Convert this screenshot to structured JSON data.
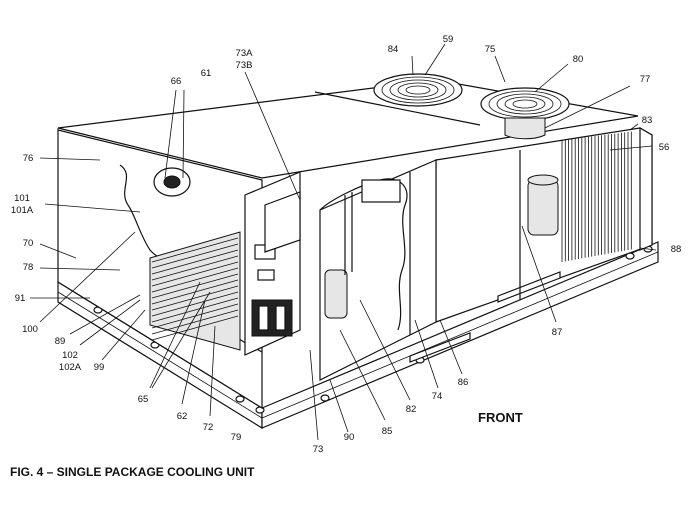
{
  "figure": {
    "caption": "FIG. 4 – SINGLE PACKAGE COOLING UNIT",
    "orientation_label": "FRONT"
  },
  "callouts": [
    {
      "id": "66",
      "text": "66"
    },
    {
      "id": "61",
      "text": "61"
    },
    {
      "id": "73A",
      "text": "73A"
    },
    {
      "id": "73B",
      "text": "73B"
    },
    {
      "id": "84",
      "text": "84"
    },
    {
      "id": "59",
      "text": "59"
    },
    {
      "id": "75",
      "text": "75"
    },
    {
      "id": "80",
      "text": "80"
    },
    {
      "id": "77",
      "text": "77"
    },
    {
      "id": "83",
      "text": "83"
    },
    {
      "id": "56",
      "text": "56"
    },
    {
      "id": "76",
      "text": "76"
    },
    {
      "id": "101",
      "text": "101"
    },
    {
      "id": "101A",
      "text": "101A"
    },
    {
      "id": "70",
      "text": "70"
    },
    {
      "id": "78",
      "text": "78"
    },
    {
      "id": "91",
      "text": "91"
    },
    {
      "id": "100",
      "text": "100"
    },
    {
      "id": "89",
      "text": "89"
    },
    {
      "id": "102",
      "text": "102"
    },
    {
      "id": "102A",
      "text": "102A"
    },
    {
      "id": "99",
      "text": "99"
    },
    {
      "id": "65",
      "text": "65"
    },
    {
      "id": "62",
      "text": "62"
    },
    {
      "id": "72",
      "text": "72"
    },
    {
      "id": "79",
      "text": "79"
    },
    {
      "id": "73",
      "text": "73"
    },
    {
      "id": "90",
      "text": "90"
    },
    {
      "id": "85",
      "text": "85"
    },
    {
      "id": "82",
      "text": "82"
    },
    {
      "id": "74",
      "text": "74"
    },
    {
      "id": "86",
      "text": "86"
    },
    {
      "id": "87",
      "text": "87"
    },
    {
      "id": "88",
      "text": "88"
    }
  ]
}
